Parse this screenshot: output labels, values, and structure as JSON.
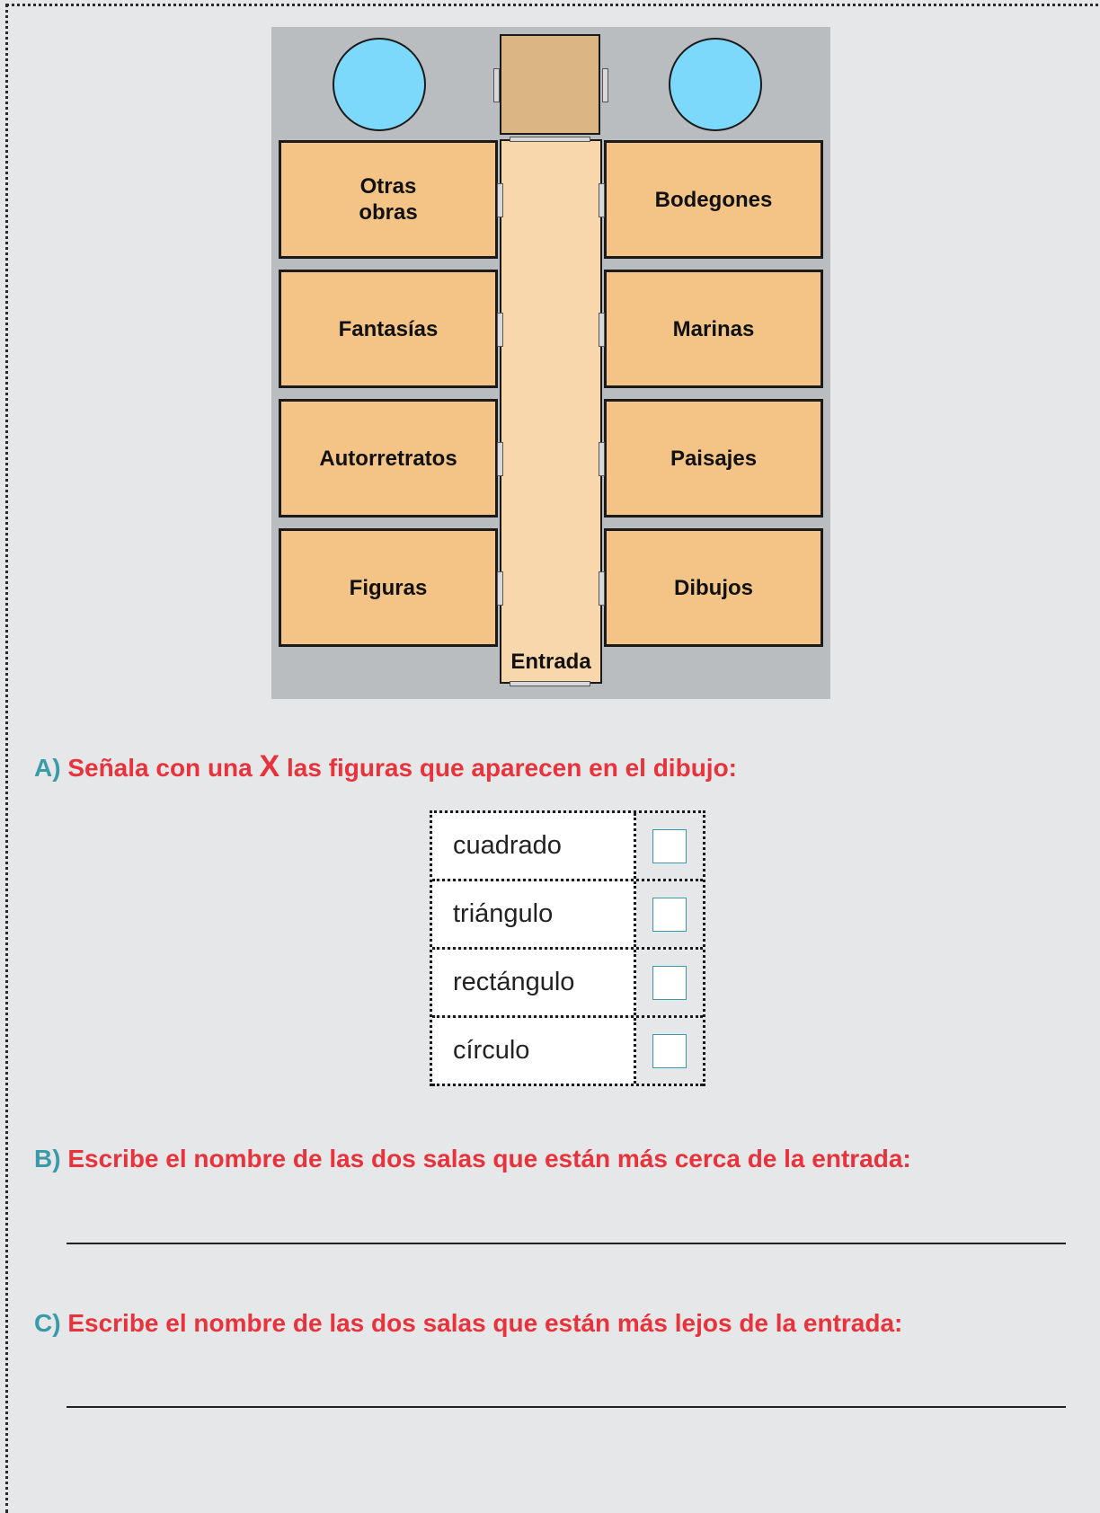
{
  "museum_plan": {
    "rooms_left": [
      "Otras\nobras",
      "Fantasías",
      "Autorretratos",
      "Figuras"
    ],
    "rooms_right": [
      "Bodegones",
      "Marinas",
      "Paisajes",
      "Dibujos"
    ],
    "entrance_label": "Entrada"
  },
  "question_a": {
    "letter": "A)",
    "text_before": "Señala con una",
    "mark": "X",
    "text_after": "las figuras que aparecen en el dibujo:",
    "options": [
      "cuadrado",
      "triángulo",
      "rectángulo",
      "círculo"
    ]
  },
  "question_b": {
    "letter": "B)",
    "text": "Escribe el nombre de las dos salas que están más cerca de la entrada:"
  },
  "question_c": {
    "letter": "C)",
    "text": "Escribe el nombre de las dos salas que están más lejos de la entrada:"
  },
  "colors": {
    "question_red": "#e8333c",
    "letter_teal": "#3a9aa8",
    "room_fill": "#f4c487",
    "hall_fill": "#f7d7ab",
    "pool_fill": "#7dd9fb",
    "plan_bg": "#b9bdc0"
  }
}
